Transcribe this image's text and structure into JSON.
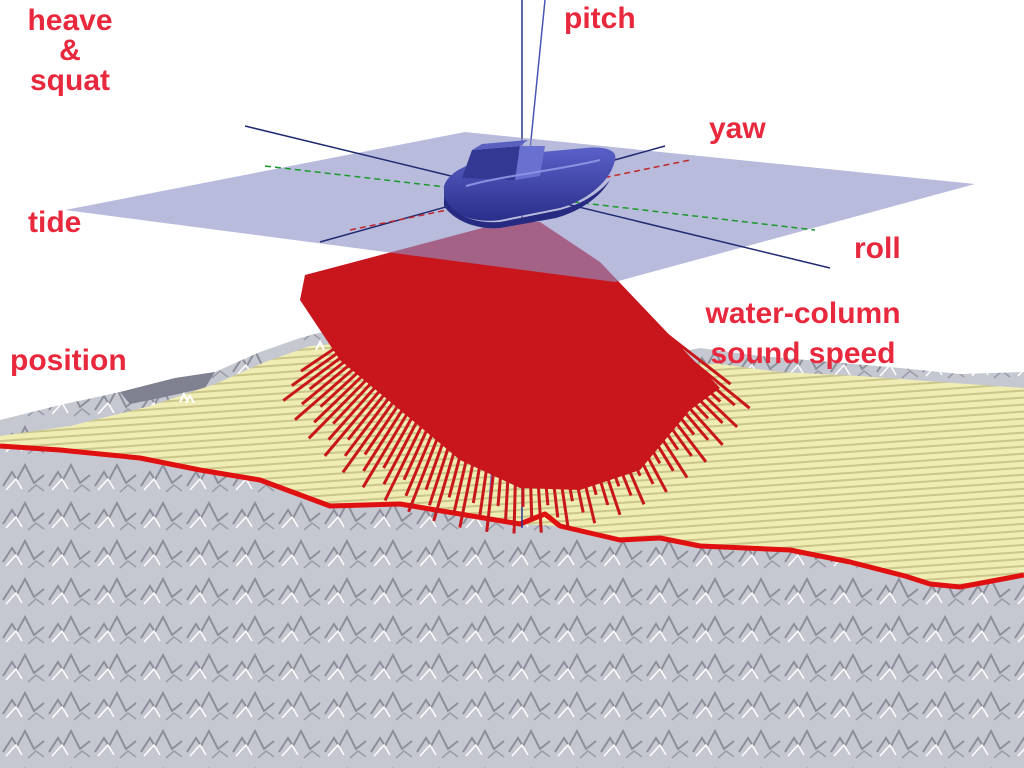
{
  "colors": {
    "label": "#e8283c",
    "seafloor": "#c3c5cf",
    "survey_swath": "#efecb2",
    "swath_edge": "#e01010",
    "beam_fan": "#c8161c",
    "water_plane": "#8e92c8",
    "vessel": "#3a3fa8",
    "axis_lines": "#202a70",
    "axis_green": "#1a9a2a",
    "axis_red": "#c0282a"
  },
  "labels": {
    "heave_squat": [
      "heave",
      "&",
      "squat"
    ],
    "pitch": "pitch",
    "yaw": "yaw",
    "tide": "tide",
    "roll": "roll",
    "water_column": [
      "water-column",
      "sound speed"
    ],
    "position": "position"
  }
}
